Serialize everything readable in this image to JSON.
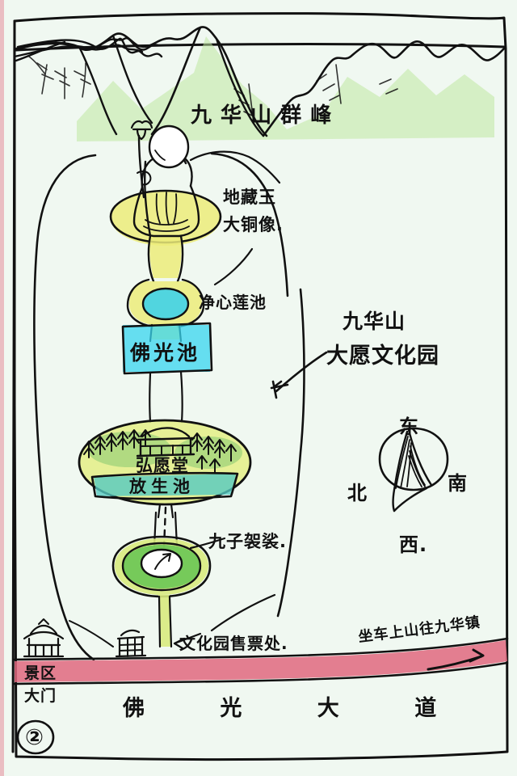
{
  "page": {
    "page_number": "②",
    "paper_color": "#f0f8f1",
    "ink_color": "#111111"
  },
  "title": {
    "mountains_label": "九 华 山 群 峰",
    "park_name_line1": "九华山",
    "park_name_line2": "大愿文化园"
  },
  "compass": {
    "top": "东",
    "right": "南",
    "bottom": "西.",
    "left": "北"
  },
  "features": [
    {
      "id": "statue",
      "label": "地藏王\n大铜像.",
      "label_line1": "地藏王",
      "label_line2": "大铜像.",
      "color": "#e9e86a"
    },
    {
      "id": "lotus-pond",
      "label": "净心莲池",
      "color": "#3fd2e8"
    },
    {
      "id": "buddha-pond",
      "label": "佛光池",
      "color": "#37d6ef"
    },
    {
      "id": "hongyuan-hall",
      "label": "弘愿堂",
      "color": "#9fd37a"
    },
    {
      "id": "release-pond",
      "label": "放生池",
      "color": "#55c9c0"
    },
    {
      "id": "kasaya",
      "label": "九子袈裟.",
      "color": "#5cc24e"
    },
    {
      "id": "ticket-office",
      "label": "文化园售票处.",
      "color": "#111111"
    },
    {
      "id": "scenic-gate",
      "label": "景区\n大门",
      "label_line1": "景区",
      "label_line2": "大门",
      "color": "#111111"
    }
  ],
  "road": {
    "name": "佛 光 大 道",
    "color": "#e0697f",
    "direction_note": "坐车上山往九华镇"
  }
}
